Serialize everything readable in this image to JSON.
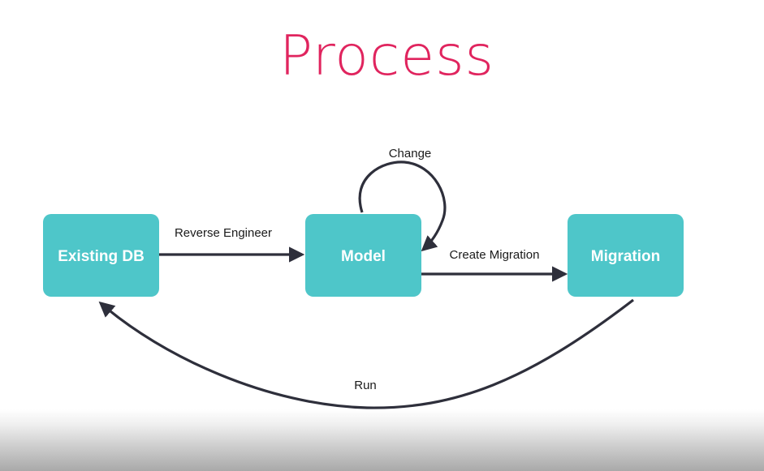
{
  "title": "Process",
  "colors": {
    "title": "#e0245e",
    "node_fill": "#4ec6c9",
    "node_text": "#ffffff",
    "edge": "#2e2f3b"
  },
  "nodes": {
    "existing_db": "Existing DB",
    "model": "Model",
    "migration": "Migration"
  },
  "edges": {
    "reverse_engineer": "Reverse Engineer",
    "change": "Change",
    "create_migration": "Create Migration",
    "run": "Run"
  }
}
